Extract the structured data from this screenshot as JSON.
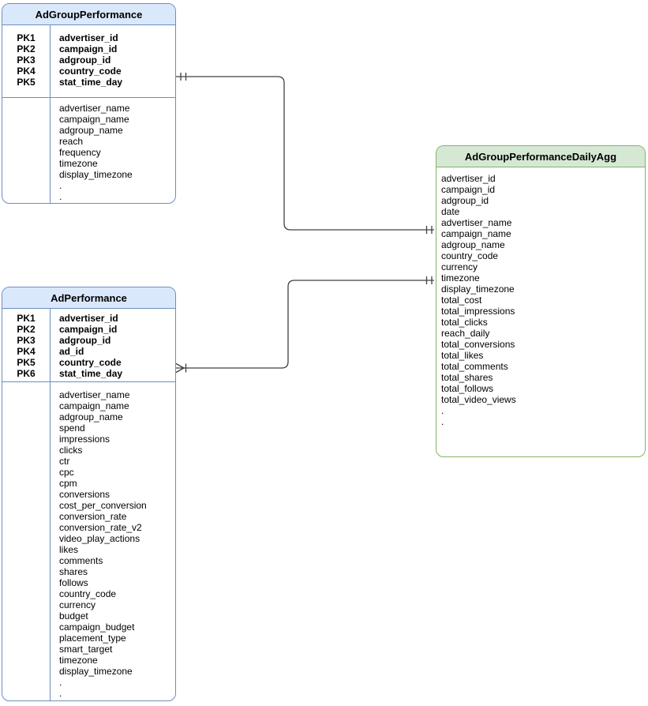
{
  "diagram": {
    "type": "entity-relationship",
    "line_color": "#404040",
    "entities": [
      {
        "id": "adgroup-performance",
        "title": "AdGroupPerformance",
        "header_fill": "#dae8fc",
        "border_color": "#6c8ebf",
        "primary_keys": [
          {
            "key": "PK1",
            "field": "advertiser_id"
          },
          {
            "key": "PK2",
            "field": "campaign_id"
          },
          {
            "key": "PK3",
            "field": "adgroup_id"
          },
          {
            "key": "PK4",
            "field": "country_code"
          },
          {
            "key": "PK5",
            "field": "stat_time_day"
          }
        ],
        "attributes": [
          "advertiser_name",
          "campaign_name",
          "adgroup_name",
          "reach",
          "frequency",
          "timezone",
          "display_timezone",
          ".",
          "."
        ]
      },
      {
        "id": "ad-performance",
        "title": "AdPerformance",
        "header_fill": "#dae8fc",
        "border_color": "#6c8ebf",
        "primary_keys": [
          {
            "key": "PK1",
            "field": "advertiser_id"
          },
          {
            "key": "PK2",
            "field": "campaign_id"
          },
          {
            "key": "PK3",
            "field": "adgroup_id"
          },
          {
            "key": "PK4",
            "field": "ad_id"
          },
          {
            "key": "PK5",
            "field": "country_code"
          },
          {
            "key": "PK6",
            "field": "stat_time_day"
          }
        ],
        "attributes": [
          "advertiser_name",
          "campaign_name",
          "adgroup_name",
          "spend",
          "impressions",
          "clicks",
          "ctr",
          "cpc",
          "cpm",
          "conversions",
          "cost_per_conversion",
          "conversion_rate",
          "conversion_rate_v2",
          "video_play_actions",
          "likes",
          "comments",
          "shares",
          "follows",
          "country_code",
          "currency",
          "budget",
          "campaign_budget",
          "placement_type",
          "smart_target",
          "timezone",
          "display_timezone",
          ".",
          "."
        ]
      },
      {
        "id": "adgroup-performance-daily-agg",
        "title": "AdGroupPerformanceDailyAgg",
        "header_fill": "#d5e8d4",
        "border_color": "#82b366",
        "primary_keys": [],
        "attributes": [
          "advertiser_id",
          "campaign_id",
          "adgroup_id",
          "date",
          "advertiser_name",
          "campaign_name",
          "adgroup_name",
          "country_code",
          "currency",
          "timezone",
          "display_timezone",
          "total_cost",
          "total_impressions",
          "total_clicks",
          "reach_daily",
          "total_conversions",
          "total_likes",
          "total_comments",
          "total_shares",
          "total_follows",
          "total_video_views",
          ".",
          "."
        ]
      }
    ],
    "relationships": [
      {
        "from": "AdGroupPerformance",
        "to": "AdGroupPerformanceDailyAgg",
        "from_cardinality": "one and only one",
        "to_cardinality": "one and only one"
      },
      {
        "from": "AdPerformance",
        "to": "AdGroupPerformanceDailyAgg",
        "from_cardinality": "one or many",
        "to_cardinality": "one and only one"
      }
    ]
  }
}
